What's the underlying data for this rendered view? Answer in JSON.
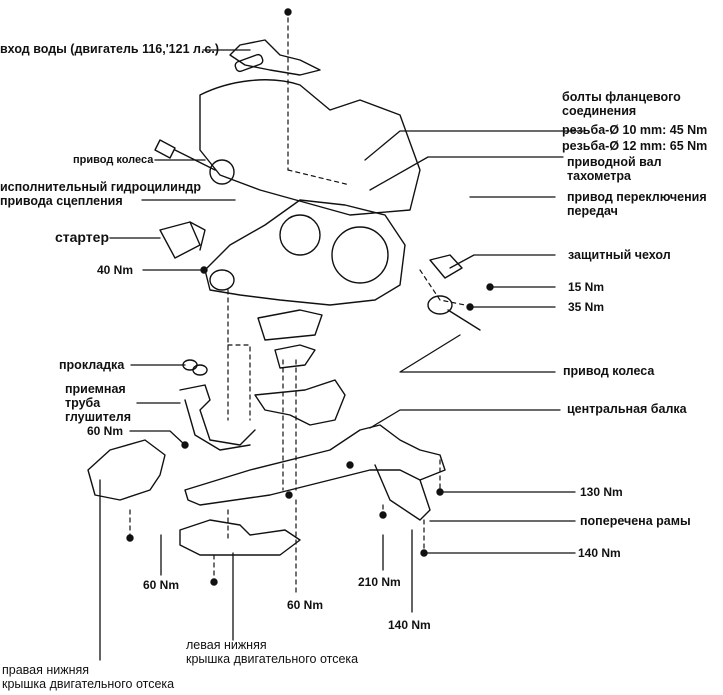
{
  "diagram": {
    "title": "Transaxle / engine mounting exploded view",
    "torque_unit": "Nm",
    "labels": {
      "water_inlet": "вход воды (двигатель 116,'121 л.с.)",
      "flange_bolts_line1": "болты фланцевого",
      "flange_bolts_line2": "соединения",
      "thread_10": "резьба-Ø 10 mm: 45 Nm",
      "thread_12": "резьба-Ø 12 mm: 65 Nm",
      "speedo_line1": "приводной вал",
      "speedo_line2": "тахометра",
      "shift_line1": "привод переключения",
      "shift_line2": "передач",
      "wheel_drive_left": "привод колеса",
      "clutch_cyl_line1": "исполнительный гидроцилиндр",
      "clutch_cyl_line2": "привода сцепления",
      "starter": "стартер",
      "torque_40": "40 Nm",
      "boot": "защитный чехол",
      "torque_15": "15 Nm",
      "torque_35": "35 Nm",
      "wheel_drive_right": "привод колеса",
      "gasket": "прокладка",
      "pipe_line1": "приемная",
      "pipe_line2": "труба",
      "pipe_line3": "глушителя",
      "torque_60_pipe": "60 Nm",
      "center_beam": "центральная балка",
      "torque_130": "130 Nm",
      "crossmember": "поперечена рамы",
      "torque_140_right": "140 Nm",
      "torque_60_left_cover": "60 Nm",
      "torque_60_center": "60 Nm",
      "torque_210": "210 Nm",
      "torque_140_bottom": "140 Nm",
      "left_cover_line1": "левая нижняя",
      "left_cover_line2": "крышка двигательного отсека",
      "right_cover_line1": "правая нижняя",
      "right_cover_line2": "крышка двигательного отсека"
    }
  }
}
